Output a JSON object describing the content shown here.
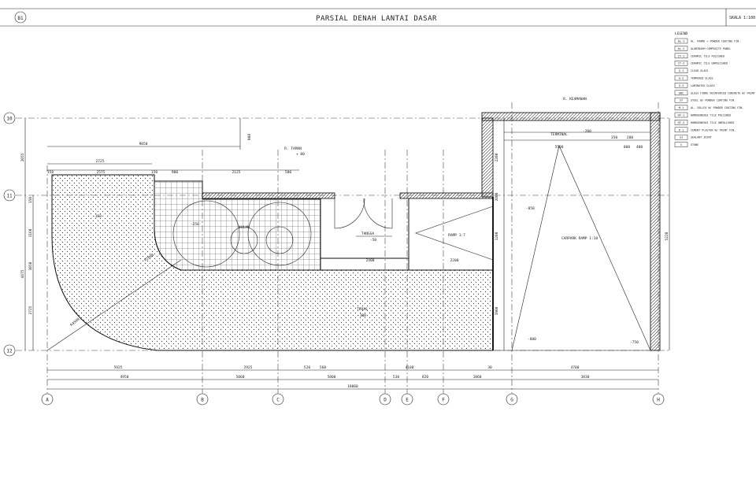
{
  "sheet": {
    "code": "B1",
    "title": "PARSIAL DENAH LANTAI DASAR",
    "scale": "SKALA 1:100"
  },
  "legend": {
    "heading": "LEGEND",
    "items": [
      {
        "code": "AL-1",
        "text": "AL. FRAME + POWDER COATING FIN."
      },
      {
        "code": "AL-2",
        "text": "ALUMINIUM COMPOSITE PANEL"
      },
      {
        "code": "CT-1",
        "text": "CERAMIC TILE POLISHED"
      },
      {
        "code": "CT-2",
        "text": "CERAMIC TILE UNPOLISHED"
      },
      {
        "code": "G-1",
        "text": "CLEAR GLASS"
      },
      {
        "code": "G-2",
        "text": "TEMPERED GLASS"
      },
      {
        "code": "G-3",
        "text": "LAMINATED GLASS"
      },
      {
        "code": "GRC",
        "text": "GLASS FIBRE REINFORCED CONCRETE W/ PAINT FIN."
      },
      {
        "code": "ST",
        "text": "STEEL W/ POWDER COATING FIN."
      },
      {
        "code": "M-1",
        "text": "AL. SOLLEV W/ POWDER COATING FIN."
      },
      {
        "code": "HT-1",
        "text": "HOMOGENEOUS TILE POLISHED"
      },
      {
        "code": "HT-2",
        "text": "HOMOGENEOUS TILE UNPOLISHED"
      },
      {
        "code": "P-1",
        "text": "CEMENT PLASTER W/ PAINT FIN."
      },
      {
        "code": "SJ",
        "text": "SEALANT JOINT"
      },
      {
        "code": "S",
        "text": "STONE"
      }
    ]
  },
  "grid_rows": [
    "10",
    "11",
    "12"
  ],
  "grid_cols": [
    "A",
    "B",
    "C",
    "D",
    "E",
    "F",
    "G",
    "H"
  ],
  "rooms": {
    "taman": "R. TAMAN",
    "kolam": "KOLAM",
    "tangga": "TANGGA",
    "ramp": "RAMP 1:7",
    "carpark": "CARPARK RAMP 1:10",
    "teras": "TERAS",
    "keamanan": "R. KEAMANAN",
    "terminal": "TERMINAL"
  },
  "levels": {
    "l1": "-200",
    "l2": "-250",
    "l3": "-150",
    "l4": "-100",
    "l5": "-50",
    "l6": "-850",
    "l7": "-750",
    "l8": "-880",
    "l9": "+ 00"
  },
  "dims": {
    "top_9050": "9050",
    "top_2725": "2725",
    "top_2575": "2575",
    "top_150a": "150",
    "top_900": "900",
    "top_150b": "150",
    "top_2125": "2125",
    "top_500": "500",
    "top_908": "908",
    "right_2200": "2200",
    "right_1200": "1200",
    "right_5500": "5500",
    "right_400": "400",
    "right_350": "350",
    "right_200": "200",
    "right_800": "800",
    "left_2055": "2055",
    "left_4475": "4475",
    "left_1050": "1050",
    "left_2725": "2725",
    "left_150": "150",
    "left_1160": "1160",
    "inner_2400": "2400",
    "inner_2200": "2200",
    "inner_2000": "2000",
    "inner_1900": "1900",
    "inner_5220": "5220",
    "r4500": "R4500",
    "r2000": "R2000",
    "bot1_5925": "5925",
    "bot1_2925": "2925",
    "bot1_520": "520",
    "bot1_560": "560",
    "bot1_4100": "4100",
    "bot1_30": "30",
    "bot1_4700": "4700",
    "bot2_4950": "4950",
    "bot2_5060": "5060",
    "bot2_5800": "5800",
    "bot2_530": "530",
    "bot2_820": "820",
    "bot2_1860": "1860",
    "bot2_3830": "3830",
    "bot3_18060": "18060"
  }
}
